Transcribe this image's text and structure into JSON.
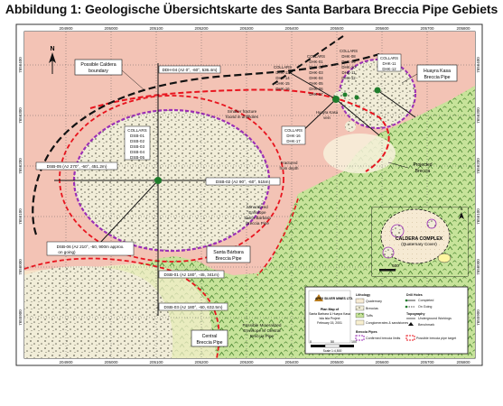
{
  "title": "Abbildung 1: Geologische Übersichtskarte des Santa Barbara Breccia Pipe Gebiets",
  "coords": {
    "top": [
      "204900",
      "205000",
      "205100",
      "205200",
      "205300",
      "205400",
      "205500",
      "205600",
      "205700",
      "205800"
    ],
    "bottom": [
      "204900",
      "205000",
      "205100",
      "205200",
      "205300",
      "205400",
      "205500",
      "205600",
      "205700",
      "205800"
    ],
    "left": [
      "7656400",
      "7656300",
      "7656200",
      "7656100",
      "7656000",
      "7655900"
    ],
    "right": [
      "7656400",
      "7656300",
      "7656200",
      "7656100",
      "7656000",
      "7655900"
    ]
  },
  "north": "N",
  "labels": {
    "possible_caldera": [
      "Possible Caldera",
      "boundary"
    ],
    "ddh04": "DDH-04 (Az 0°, -60°, 536.4m)",
    "collars_center": [
      "COLLARS",
      "DSB-01",
      "DSB-02",
      "DSB-03",
      "DSB-04",
      "DSB-05"
    ],
    "collars_dhk13": [
      "COLLARS",
      "DHK-13",
      "DHK-14",
      "DHK-15",
      "DHK-16"
    ],
    "collars_dhk01": [
      "COLLARS",
      "DHK-01",
      "DHK-02",
      "DHK-03",
      "DHK-04",
      "DHK-05",
      "DHK-06",
      "DHK-07"
    ],
    "collars_dhk08": [
      "COLLARS",
      "DHK-08",
      "DHK-09",
      "DHK-10",
      "DHK-11",
      "DHK-12"
    ],
    "collars_dhk11": [
      "COLLARS",
      "DHK-11",
      "DHK-12"
    ],
    "collars_dhk16": [
      "COLLARS",
      "DHK-16",
      "DHK-17"
    ],
    "huayra_kasa_pipe": [
      "Huayra Kasa",
      "Breccia Pipe"
    ],
    "huayra_kasa_vein": [
      "Huayra Kasa",
      "vein"
    ],
    "smaller_fracture": [
      "Smaller fracture",
      "found in drillholes"
    ],
    "projected_breccia": [
      "Projected",
      "Breccia"
    ],
    "dsb05": "DSB-05 (Az 270°, -60°, 451.2m)",
    "dsb02": "DSB-02 (Az 90°, -60°, 515m)",
    "fracture_depth": [
      "Fractured",
      "from depth"
    ],
    "mineralized_env_sb": [
      "Mineralized",
      "Envelope",
      "Santa Barbara",
      "Breccia Pipe"
    ],
    "dsb06": [
      "DSB-06 (Az 210°, -60, 900m approx.",
      "on going)"
    ],
    "santa_barbara_pipe": [
      "Santa Bárbara",
      "Breccia Pipe"
    ],
    "dsb01": "DSB-01 (Az 180°, -45, 341m)",
    "dsb03": "DSB-03 (Az 180°, -60, 632.5m)",
    "central_pipe": [
      "Central",
      "Breccia Pipe"
    ],
    "possible_env_central": [
      "Possible Mineralized",
      "Envelope of Central",
      "Breccia Pipe"
    ]
  },
  "inset": {
    "title": [
      "CALDERA COMPLEX",
      "(Quaternary Cover)"
    ],
    "scale": "500",
    "north": "N"
  },
  "legend": {
    "lithology_title": "Lithology",
    "lithology": [
      "Quaternary",
      "Breccias",
      "Tuffs",
      "Conglomerates & sandstones"
    ],
    "drill_title": "Drill Holes",
    "drill": [
      "Completed",
      "On Going"
    ],
    "topo_title": "Topography",
    "topo": [
      "Underground Workings",
      "Benchmark"
    ],
    "pipes_title": "Breccia Pipes",
    "pipes": [
      "Confirmed breccia limits",
      "Possible breccia pipe target"
    ],
    "company": "APEX SILVER MINES LTD.",
    "plan_title": [
      "Plan Map of",
      "Santa Barbara & Huayra Kasa",
      "Isla Isla Project",
      "February 15, 2001"
    ],
    "scale_ticks": [
      "0",
      "50",
      "100"
    ],
    "scale_label": "Scale 1:4,500"
  },
  "colors": {
    "pink_zone": "#f3c3b5",
    "green_tuff": "#c7e39a",
    "beige_breccia": "#f1edd8",
    "red_dash": "#e8141e",
    "purple_pipe": "#9b2fb5",
    "frame": "#2a2a2a"
  }
}
